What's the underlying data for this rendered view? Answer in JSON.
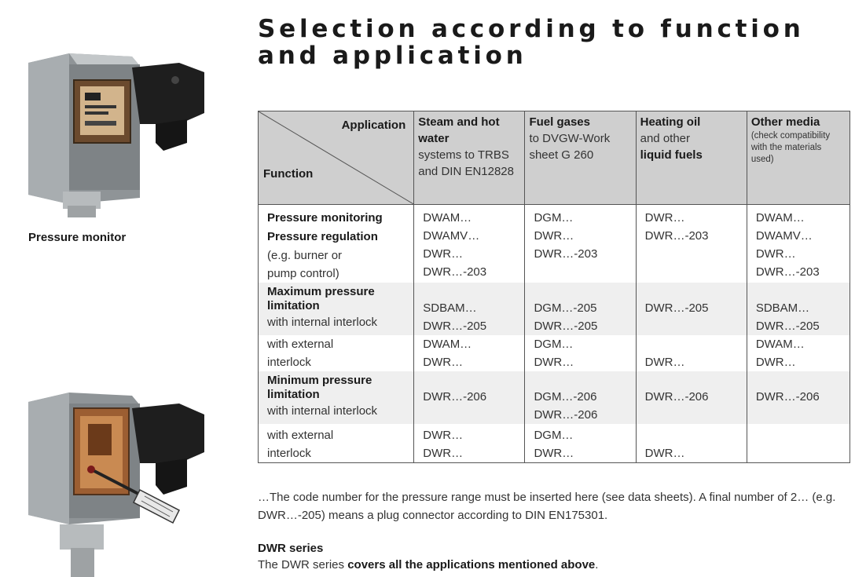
{
  "title": "Selection according to function and application",
  "caption": "Pressure monitor",
  "table": {
    "head": {
      "application": "Application",
      "function": "Function",
      "steam": {
        "bold": "Steam and hot water",
        "rest": "systems to TRBS and DIN EN12828"
      },
      "fuel": {
        "bold": "Fuel gases",
        "rest": "to DVGW-Work sheet G 260"
      },
      "oil": {
        "bold1": "Heating oil",
        "mid": "and other",
        "bold2": "liquid fuels"
      },
      "other": {
        "bold": "Other media",
        "small": "(check compatibility with the materials used)"
      }
    },
    "pressure_monitoring": "Pressure monitoring",
    "pressure_regulation": "Pressure regulation",
    "eg1": "(e.g. burner or",
    "eg2": "pump control)",
    "max_limitation": "Maximum pressure limitation",
    "min_limitation": "Minimum pressure limitation",
    "with_internal": "with internal interlock",
    "with_external1": "with external",
    "with_external2": "interlock",
    "values": {
      "dwam": "DWAM…",
      "dwamv": "DWAMV…",
      "dgm": "DGM…",
      "dwr": "DWR…",
      "dwr203": "DWR…-203",
      "sdbam": "SDBAM…",
      "dwr205": "DWR…-205",
      "dgm205": "DGM…-205",
      "dwr206": "DWR…-206",
      "dgm206": "DGM…-206"
    }
  },
  "note": "…The code number for the pressure range must be inserted here (see data sheets). A final number of 2… (e.g. DWR…-205) means a plug connector according to DIN EN175301.",
  "dwr": {
    "heading": "DWR series",
    "text_prefix": "The DWR series ",
    "text_bold": "covers all the applications mentioned above",
    "text_suffix": "."
  }
}
